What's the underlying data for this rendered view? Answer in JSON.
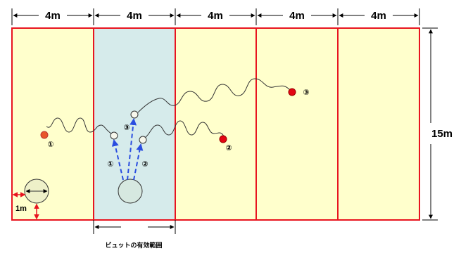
{
  "dimensions": {
    "section_width_label": "4m",
    "sections": [
      "4m",
      "4m",
      "4m",
      "4m",
      "4m"
    ],
    "height_label": "15m",
    "offset_label": "1m"
  },
  "zone_caption": "ビュットの有効範囲",
  "markers": {
    "shot_1": "①",
    "shot_2": "②",
    "shot_3": "③"
  },
  "colors": {
    "court_fill": "#ffffcc",
    "zone_fill": "#d6ebeb",
    "court_border": "#e8141f",
    "ball_red": "#e30613",
    "ball_orange": "#e8562a",
    "ball_light": "#f4f4e4",
    "arrow_blue": "#2a4de0",
    "path_line": "#333333",
    "dim_line": "#000000",
    "offset_arrow": "#e8141f"
  },
  "icons": {
    "ball": "circle-icon",
    "butt_circle": "circle-icon",
    "arrow": "dashed-arrow-icon",
    "path": "wavy-path-icon"
  }
}
